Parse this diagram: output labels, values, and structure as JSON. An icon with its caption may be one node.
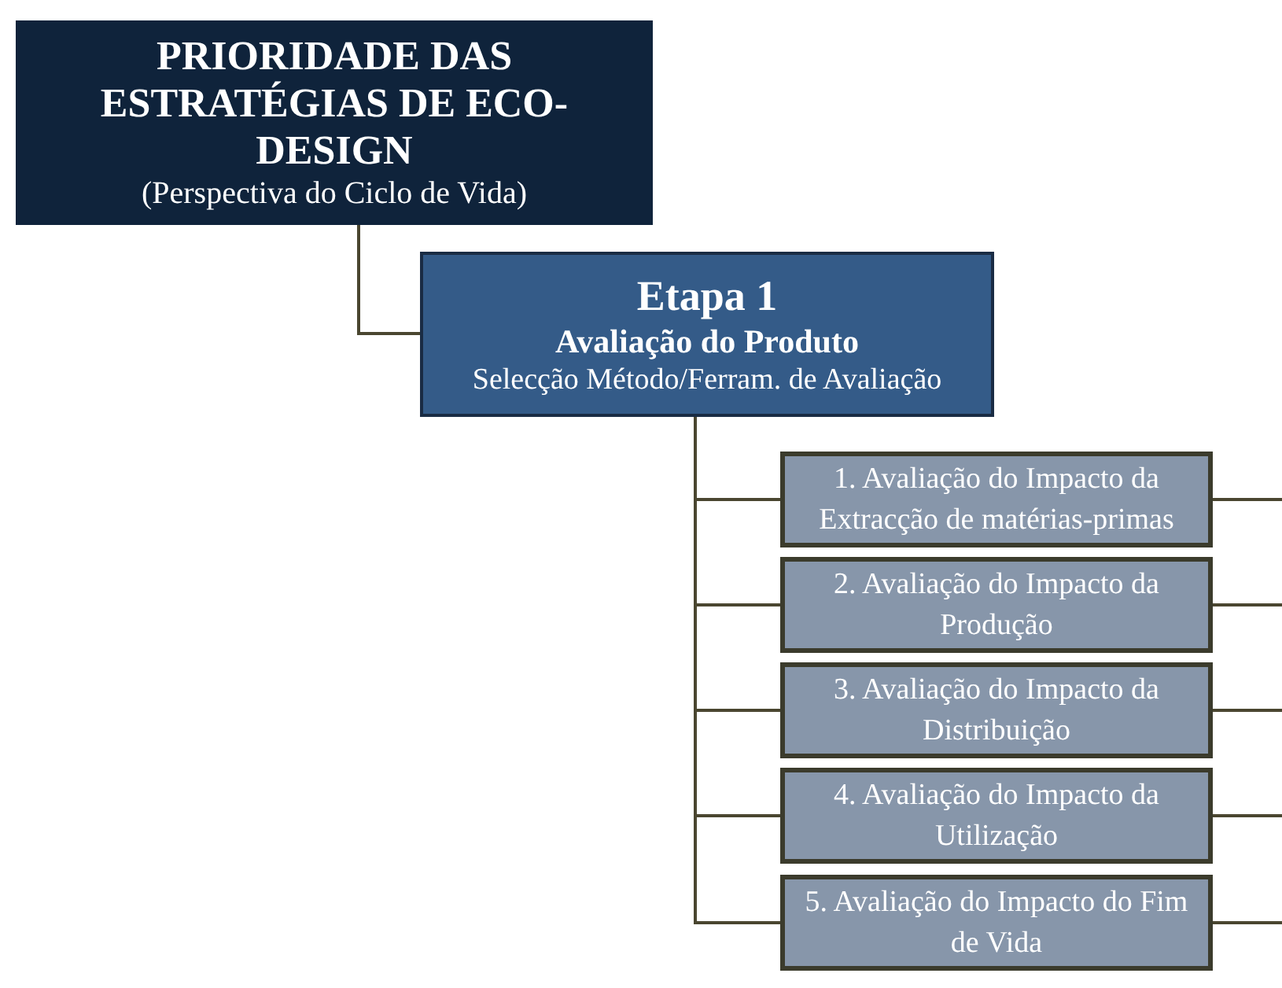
{
  "diagram": {
    "nodes": [
      {
        "text": [
          "PRIORIDADE DAS ESTRATÉGIAS DE ECO-DESIGN",
          "(Perspectiva do Ciclo de Vida)"
        ]
      },
      {
        "text": [
          "Etapa 1",
          "Avaliação do Produto",
          "Selecção Método/Ferram. de Avaliação"
        ]
      },
      {
        "text": [
          "1. Avaliação do Impacto da Extracção de matérias-primas"
        ]
      },
      {
        "text": [
          "2. Avaliação do Impacto da Produção"
        ]
      },
      {
        "text": [
          "3. Avaliação do Impacto da Distribuição"
        ]
      },
      {
        "text": [
          "4. Avaliação do Impacto da Utilização"
        ]
      },
      {
        "text": [
          "5. Avaliação do Impacto do Fim de Vida"
        ]
      }
    ],
    "edges": [
      {
        "from": 0,
        "to": 1,
        "arrow": "none"
      },
      {
        "from": 1,
        "to": 2,
        "arrow": "none"
      },
      {
        "from": 1,
        "to": 3,
        "arrow": "none"
      },
      {
        "from": 1,
        "to": 4,
        "arrow": "none"
      },
      {
        "from": 1,
        "to": 5,
        "arrow": "none"
      },
      {
        "from": 1,
        "to": 6,
        "arrow": "none"
      },
      {
        "from": 2,
        "to": null,
        "arrow": "none"
      },
      {
        "from": 3,
        "to": null,
        "arrow": "none"
      },
      {
        "from": 4,
        "to": null,
        "arrow": "none"
      },
      {
        "from": 5,
        "to": null,
        "arrow": "none"
      },
      {
        "from": 6,
        "to": null,
        "arrow": "none"
      }
    ]
  }
}
